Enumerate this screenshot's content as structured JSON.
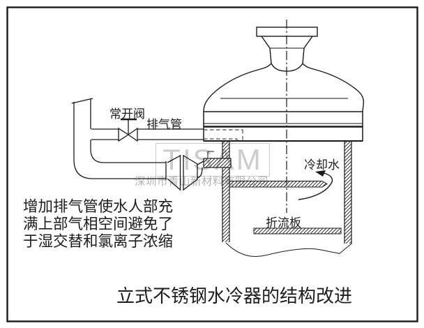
{
  "title": "立式不锈钢水冷器的结构改进",
  "labels": {
    "valve": "常开阀",
    "exhaust_pipe": "排气管",
    "cooling_water": "冷却水",
    "baffle": "折流板"
  },
  "annotation_lines": [
    "增加排气管使水人部充",
    "满上部气相空间避免了",
    "于湿交替和氯离子浓缩"
  ],
  "watermark": {
    "logo": "TISΛM",
    "company": "深圳市青山新材料有限公司"
  },
  "colors": {
    "line": "#1a1a1a",
    "hidden_line": "#4a4a4a",
    "watermark": "#cccccc"
  }
}
